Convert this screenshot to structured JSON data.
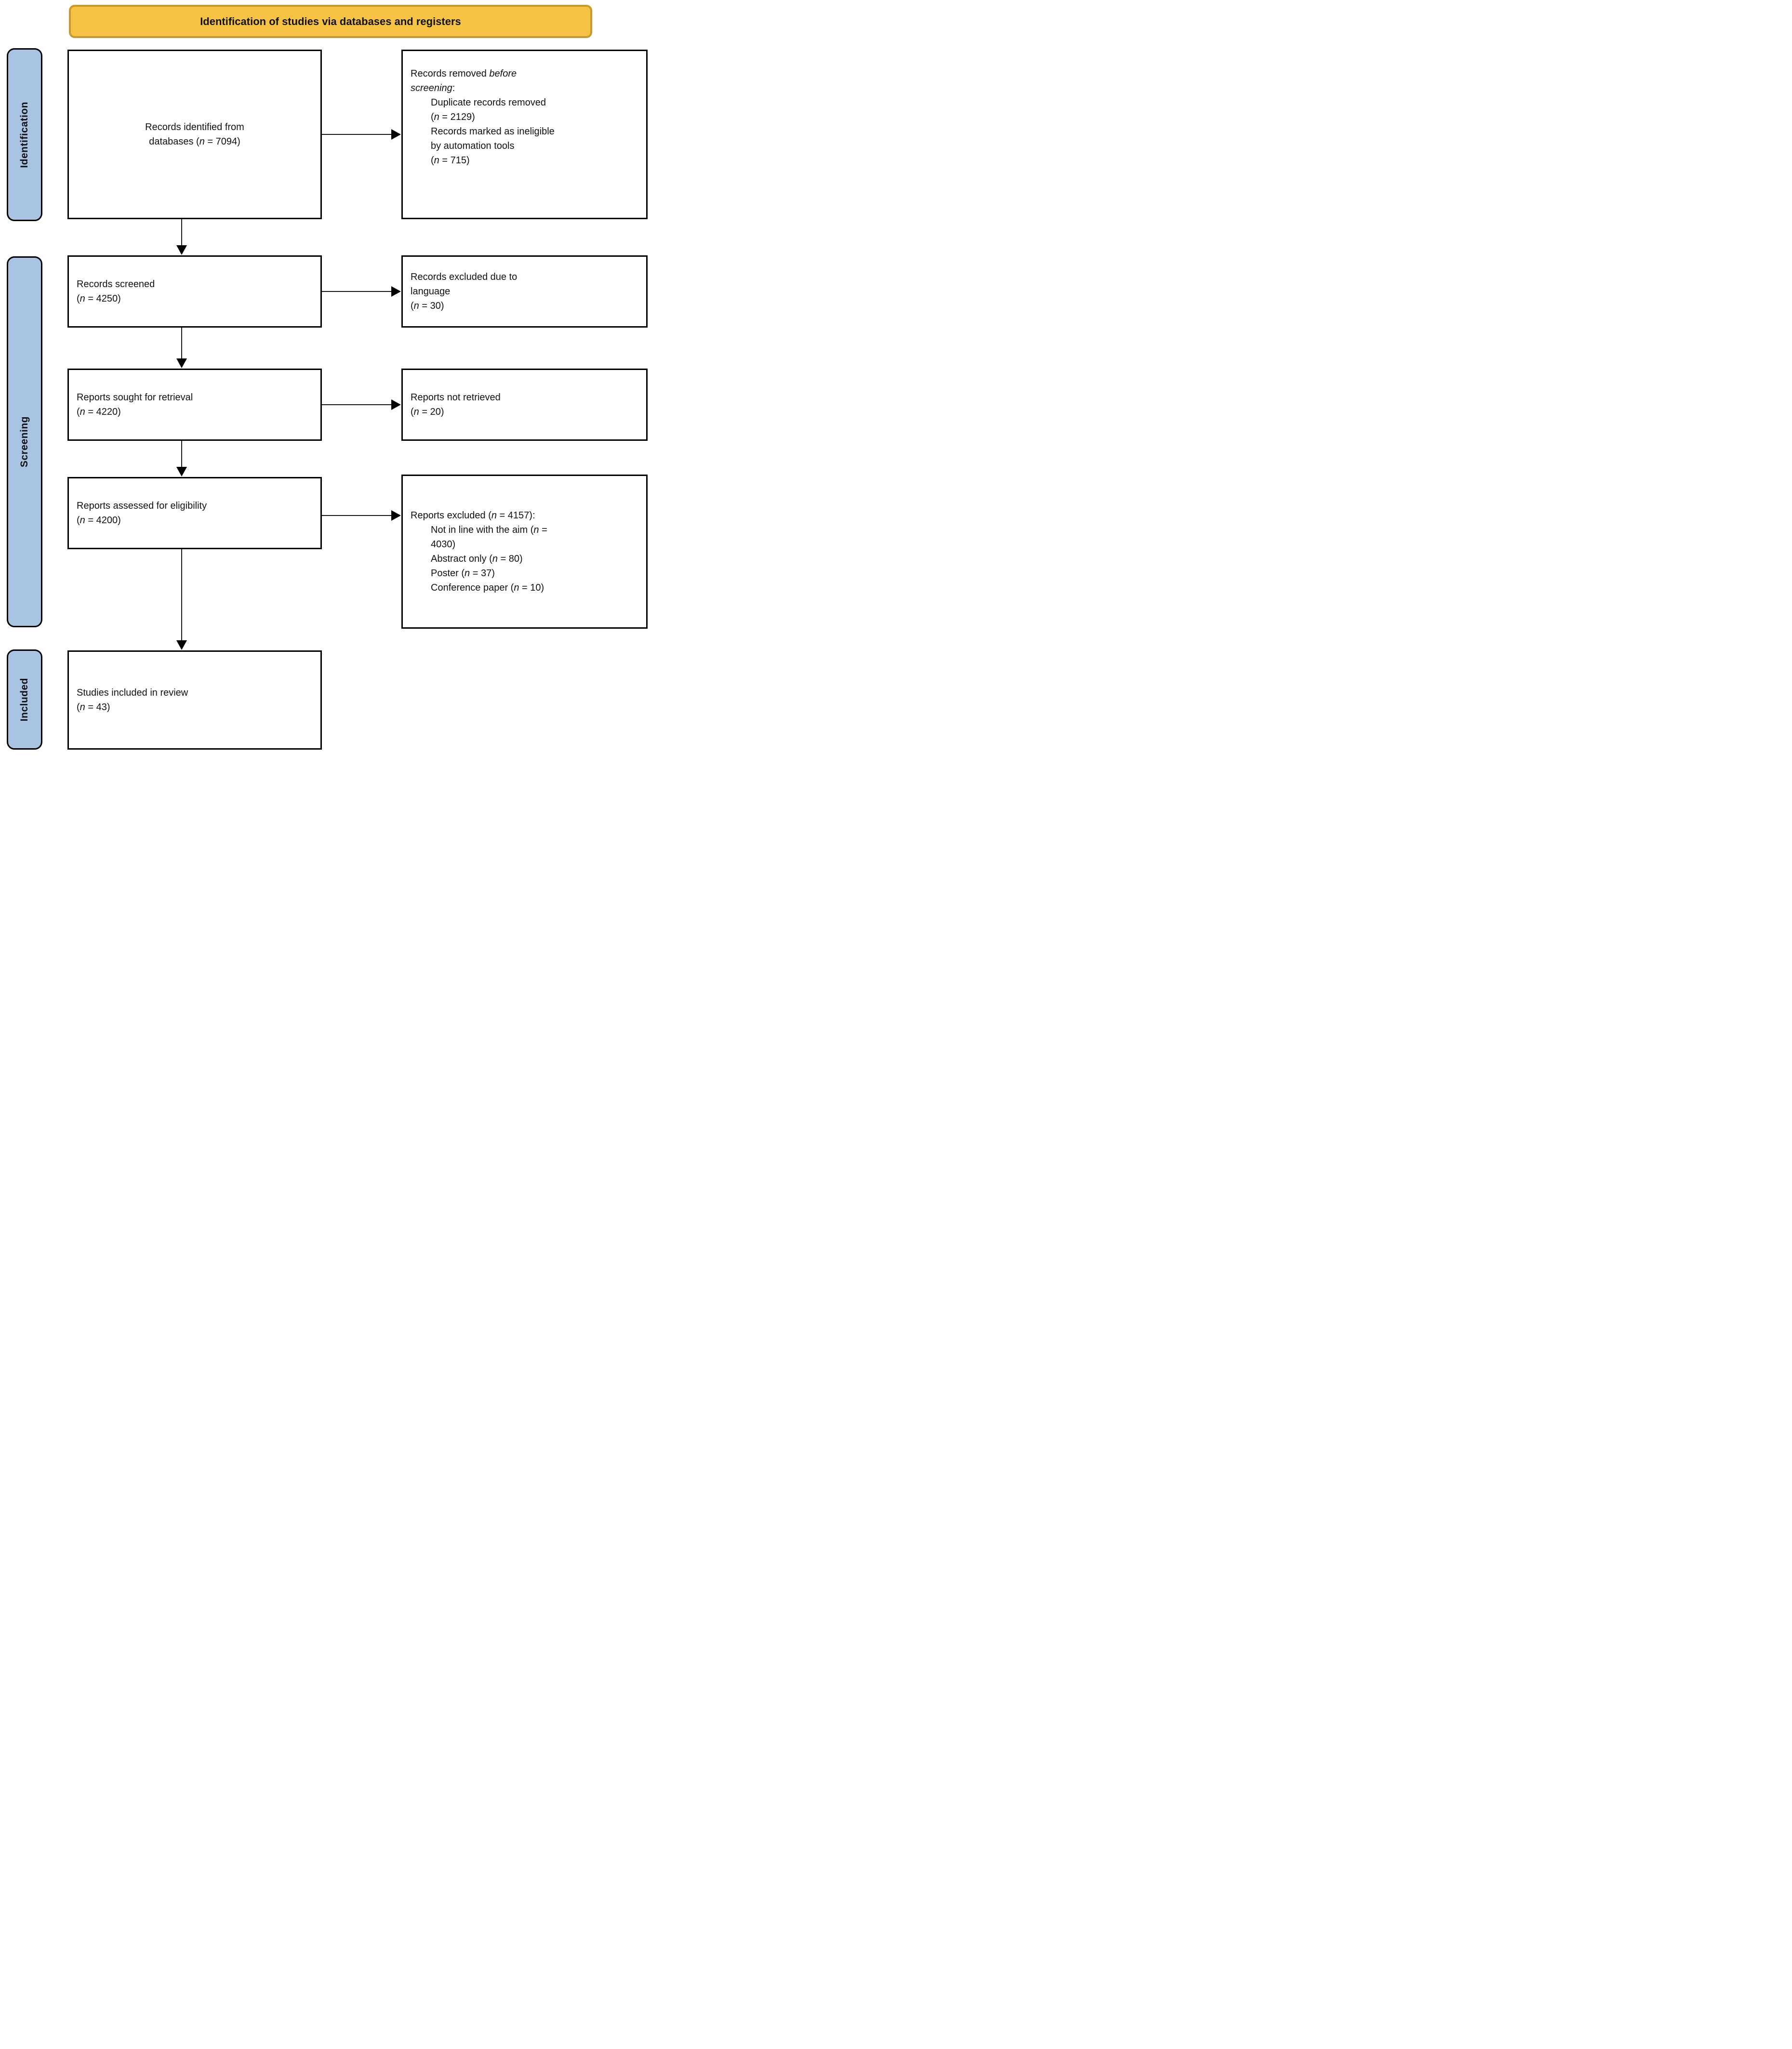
{
  "banner": {
    "label": "Identification of studies via databases and registers"
  },
  "colors": {
    "banner_fill": "#F5C243",
    "banner_border": "#C9992F",
    "stage_fill": "#A9C3E2",
    "box_border": "#000000",
    "arrow": "#1a1a1a",
    "text": "#111111"
  },
  "stages": [
    {
      "label": "Identification"
    },
    {
      "label": "Screening"
    },
    {
      "label": "Included"
    }
  ],
  "boxes": {
    "identified": {
      "lines": [
        {
          "indent": 0,
          "segs": [
            {
              "t": "Records identified from"
            }
          ]
        },
        {
          "indent": 0,
          "segs": [
            {
              "t": "databases ("
            },
            {
              "t": "n",
              "i": true
            },
            {
              "t": " = 7094)"
            }
          ]
        }
      ]
    },
    "removed": {
      "lines": [
        {
          "indent": 0,
          "segs": [
            {
              "t": "Records removed "
            },
            {
              "t": "before",
              "i": true
            }
          ]
        },
        {
          "indent": 0,
          "segs": [
            {
              "t": "screening",
              "i": true
            },
            {
              "t": ":"
            }
          ]
        },
        {
          "indent": 1,
          "segs": [
            {
              "t": "Duplicate records removed"
            }
          ]
        },
        {
          "indent": 1,
          "segs": [
            {
              "t": "("
            },
            {
              "t": "n",
              "i": true
            },
            {
              "t": " = 2129)"
            }
          ]
        },
        {
          "indent": 1,
          "segs": [
            {
              "t": "Records marked as ineligible"
            }
          ]
        },
        {
          "indent": 1,
          "segs": [
            {
              "t": "by automation tools"
            }
          ]
        },
        {
          "indent": 1,
          "segs": [
            {
              "t": "("
            },
            {
              "t": "n",
              "i": true
            },
            {
              "t": " = 715)"
            }
          ]
        }
      ]
    },
    "screened": {
      "lines": [
        {
          "indent": 0,
          "segs": [
            {
              "t": "Records screened"
            }
          ]
        },
        {
          "indent": 0,
          "segs": [
            {
              "t": "("
            },
            {
              "t": "n",
              "i": true
            },
            {
              "t": " = 4250)"
            }
          ]
        }
      ]
    },
    "excluded_language": {
      "lines": [
        {
          "indent": 0,
          "segs": [
            {
              "t": "Records excluded due to"
            }
          ]
        },
        {
          "indent": 0,
          "segs": [
            {
              "t": "language"
            }
          ]
        },
        {
          "indent": 0,
          "segs": [
            {
              "t": "("
            },
            {
              "t": "n",
              "i": true
            },
            {
              "t": " = 30)"
            }
          ]
        }
      ]
    },
    "sought": {
      "lines": [
        {
          "indent": 0,
          "segs": [
            {
              "t": "Reports sought for retrieval"
            }
          ]
        },
        {
          "indent": 0,
          "segs": [
            {
              "t": "("
            },
            {
              "t": "n",
              "i": true
            },
            {
              "t": " = 4220)"
            }
          ]
        }
      ]
    },
    "not_retrieved": {
      "lines": [
        {
          "indent": 0,
          "segs": [
            {
              "t": "Reports not retrieved"
            }
          ]
        },
        {
          "indent": 0,
          "segs": [
            {
              "t": "("
            },
            {
              "t": "n",
              "i": true
            },
            {
              "t": " = 20)"
            }
          ]
        }
      ]
    },
    "assessed": {
      "lines": [
        {
          "indent": 0,
          "segs": [
            {
              "t": "Reports assessed for eligibility"
            }
          ]
        },
        {
          "indent": 0,
          "segs": [
            {
              "t": "("
            },
            {
              "t": "n",
              "i": true
            },
            {
              "t": " = 4200)"
            }
          ]
        }
      ]
    },
    "excluded_reports": {
      "lines": [
        {
          "indent": 0,
          "segs": [
            {
              "t": "Reports excluded ("
            },
            {
              "t": "n",
              "i": true
            },
            {
              "t": " = 4157):"
            }
          ]
        },
        {
          "indent": 1,
          "segs": [
            {
              "t": "Not in line with the aim ("
            },
            {
              "t": "n",
              "i": true
            },
            {
              "t": " ="
            }
          ]
        },
        {
          "indent": 1,
          "segs": [
            {
              "t": "4030)"
            }
          ]
        },
        {
          "indent": 1,
          "segs": [
            {
              "t": "Abstract only ("
            },
            {
              "t": "n",
              "i": true
            },
            {
              "t": " = 80)"
            }
          ]
        },
        {
          "indent": 1,
          "segs": [
            {
              "t": "Poster ("
            },
            {
              "t": "n",
              "i": true
            },
            {
              "t": " = 37)"
            }
          ]
        },
        {
          "indent": 1,
          "segs": [
            {
              "t": "Conference paper ("
            },
            {
              "t": "n",
              "i": true
            },
            {
              "t": " = 10)"
            }
          ]
        }
      ]
    },
    "included": {
      "lines": [
        {
          "indent": 0,
          "segs": [
            {
              "t": "Studies included in review"
            }
          ]
        },
        {
          "indent": 0,
          "segs": [
            {
              "t": "("
            },
            {
              "t": "n",
              "i": true
            },
            {
              "t": " = 43)"
            }
          ]
        }
      ]
    }
  }
}
